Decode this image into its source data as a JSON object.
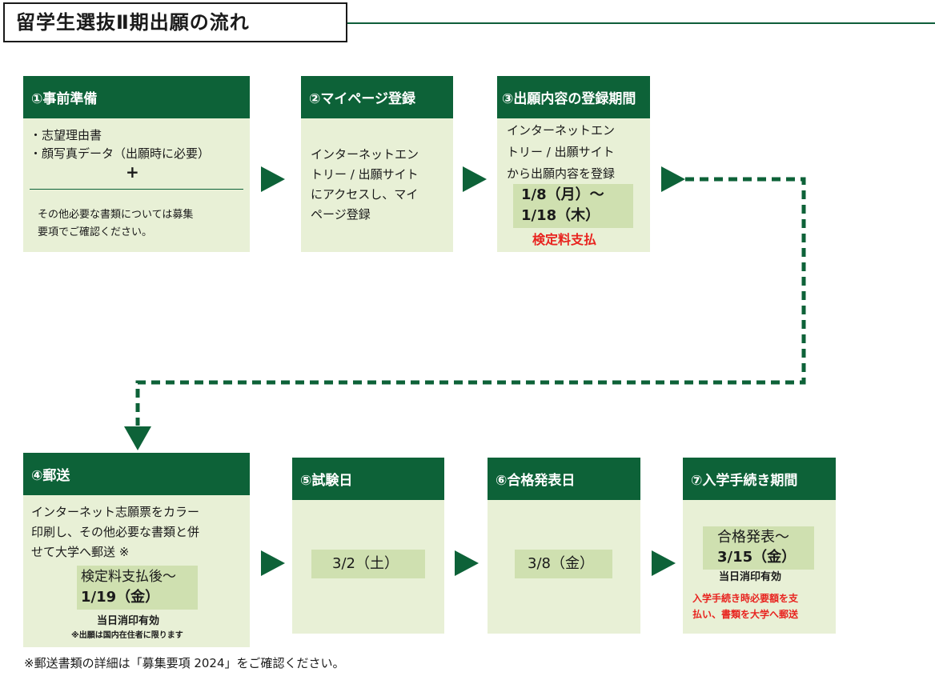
{
  "title": "留学生選抜Ⅱ期出願の流れ",
  "steps": {
    "s1": {
      "header": "①事前準備",
      "bullet1": "・志望理由書",
      "bullet2": "・顔写真データ（出願時に必要）",
      "plus": "+",
      "note1": "その他必要な書類については募集",
      "note2": "要項でご確認ください。"
    },
    "s2": {
      "header": "②マイページ登録",
      "l1": "インターネットエン",
      "l2": "トリー / 出願サイト",
      "l3": "にアクセスし、マイ",
      "l4": "ページ登録"
    },
    "s3": {
      "header": "③出願内容の登録期間",
      "l1": "インターネットエン",
      "l2": "トリー / 出願サイト",
      "l3": "から出願内容を登録",
      "date1": "1/8（月）～",
      "date2": "1/18（木）",
      "fee": "検定料支払"
    },
    "s4": {
      "header": "④郵送",
      "l1": "インターネット志願票をカラー",
      "l2": "印刷し、その他必要な書類と併",
      "l3": "せて大学へ郵送 ※",
      "date1": "検定料支払後～",
      "date2": "1/19（金）",
      "valid": "当日消印有効",
      "note": "※出願は国内在住者に限ります"
    },
    "s5": {
      "header": "⑤試験日",
      "date": "3/2（土）"
    },
    "s6": {
      "header": "⑥合格発表日",
      "date": "3/8（金）"
    },
    "s7": {
      "header": "⑦入学手続き期間",
      "date1": "合格発表～",
      "date2": "3/15（金）",
      "valid": "当日消印有効",
      "red1": "入学手続き時必要額を支",
      "red2": "払い、書類を大学へ郵送"
    }
  },
  "footnote": "※郵送書類の詳細は「募集要項 2024」をご確認ください。",
  "colors": {
    "header": "#0d6238",
    "body": "#e8f0d6",
    "highlight": "#cfe0b0",
    "red": "#e8231f"
  }
}
